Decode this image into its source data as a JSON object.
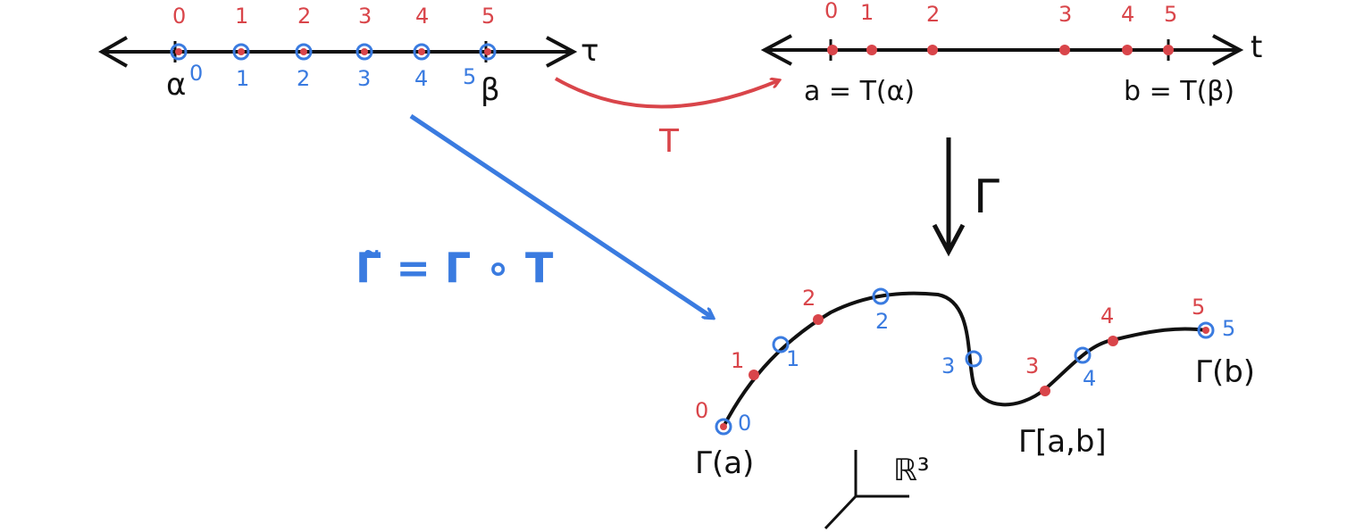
{
  "colors": {
    "red": "#d9454a",
    "blue": "#3a7be0",
    "black": "#111111"
  },
  "tau_axis": {
    "var_label": "τ",
    "red_ticks": [
      "0",
      "1",
      "2",
      "3",
      "4",
      "5"
    ],
    "blue_ticks": [
      "0",
      "1",
      "2",
      "3",
      "4",
      "5"
    ],
    "left_end": "α",
    "right_end": "β"
  },
  "t_axis": {
    "var_label": "t",
    "red_ticks": [
      "0",
      "1",
      "2",
      "3",
      "4",
      "5"
    ],
    "left_end": "a = T(α)",
    "right_end": "b = T(β)"
  },
  "maps": {
    "T_label": "T",
    "Gamma_label": "Γ",
    "Gamma_tilde_label": "Γ̃ = Γ ∘ T"
  },
  "curve": {
    "red_ticks": [
      "0",
      "1",
      "2",
      "3",
      "4",
      "5"
    ],
    "blue_ticks": [
      "0",
      "1",
      "2",
      "3",
      "4",
      "5"
    ],
    "start_label": "Γ(a)",
    "end_label": "Γ(b)",
    "image_label": "Γ[a,b]",
    "space_label": "ℝ³"
  }
}
